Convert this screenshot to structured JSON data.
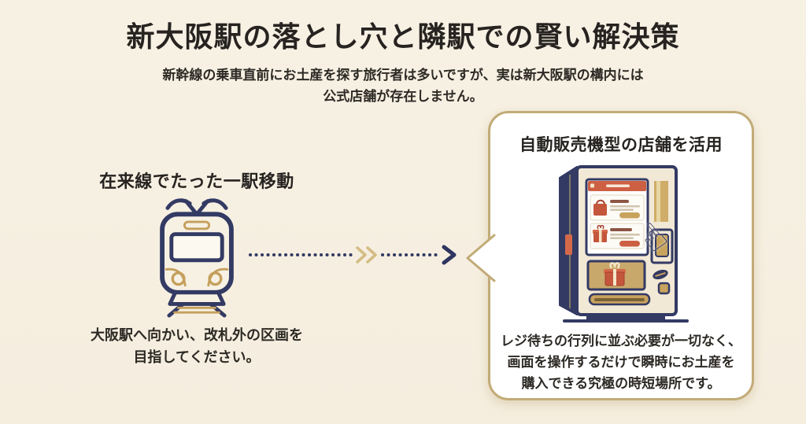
{
  "page": {
    "title": "新大阪駅の落とし穴と隣駅での賢い解決策",
    "subtitle_line1": "新幹線の乗車直前にお土産を探す旅行者は多いですが、実は新大阪駅の構内には",
    "subtitle_line2": "公式店舗が存在しません。"
  },
  "left_panel": {
    "heading": "在来線でたった一駅移動",
    "icon": "train-front-icon",
    "caption_line1": "大阪駅へ向かい、改札外の区画を",
    "caption_line2": "目指してください。"
  },
  "arrow": {
    "icon": "dotted-arrow-right-icon"
  },
  "bubble": {
    "heading": "自動販売機型の店舗を活用",
    "icon": "vending-machine-icon",
    "hand_icon": "pointing-hand-icon",
    "hand_glyph": "☝",
    "body_line1": "レジ待ちの行列に並ぶ必要が一切なく、",
    "body_line2": "画面を操作するだけで瞬時にお土産を",
    "body_line3": "購入できる究極の時短場所です。"
  },
  "colors": {
    "background": "#f6f0e2",
    "text": "#2b2824",
    "navy": "#333a63",
    "gold": "#c5a05c",
    "tan_border": "#c2ab77",
    "red": "#c4563c",
    "red_light": "#cd5f43",
    "cream_panel": "#f2e8d6",
    "bubble_fill": "#ffffff"
  }
}
